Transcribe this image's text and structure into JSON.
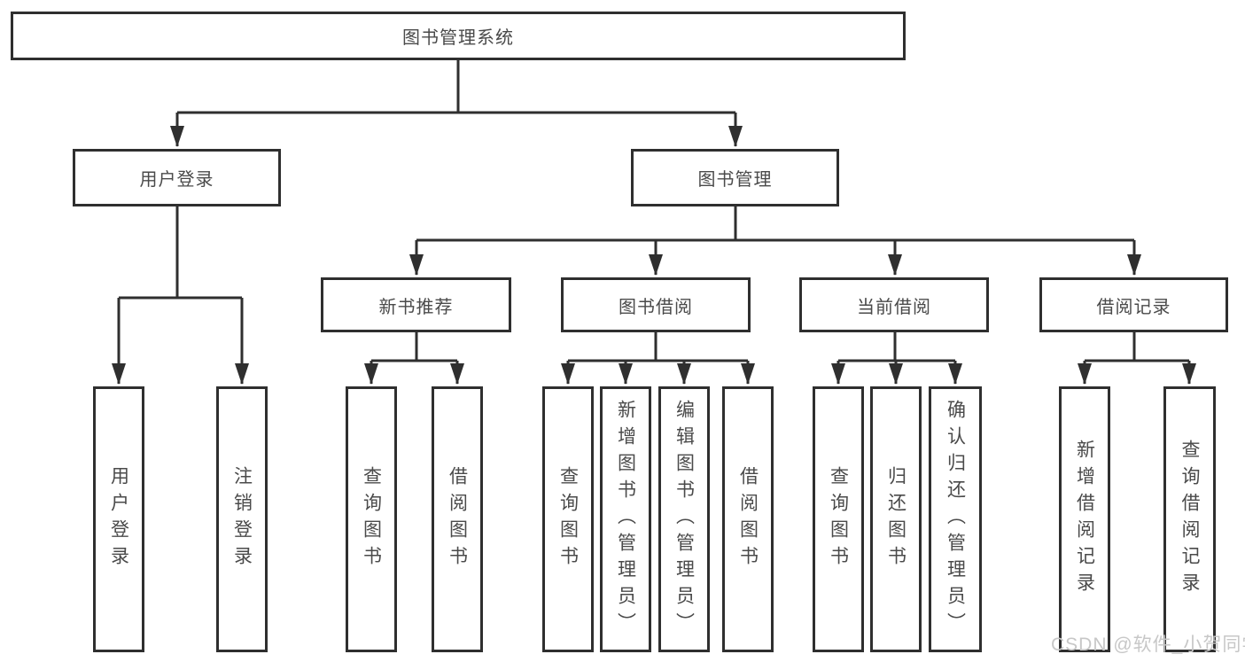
{
  "diagram": {
    "root": {
      "label": "图书管理系统",
      "children": [
        {
          "label": "用户登录",
          "children": [
            {
              "label": "用户登录"
            },
            {
              "label": "注销登录"
            }
          ]
        },
        {
          "label": "图书管理",
          "children": [
            {
              "label": "新书推荐",
              "children": [
                {
                  "label": "查询图书"
                },
                {
                  "label": "借阅图书"
                }
              ]
            },
            {
              "label": "图书借阅",
              "children": [
                {
                  "label": "查询图书"
                },
                {
                  "label": "新增图书（管理员）"
                },
                {
                  "label": "编辑图书（管理员）"
                },
                {
                  "label": "借阅图书"
                }
              ]
            },
            {
              "label": "当前借阅",
              "children": [
                {
                  "label": "查询图书"
                },
                {
                  "label": "归还图书"
                },
                {
                  "label": "确认归还（管理员）"
                }
              ]
            },
            {
              "label": "借阅记录",
              "children": [
                {
                  "label": "新增借阅记录"
                },
                {
                  "label": "查询借阅记录"
                }
              ]
            }
          ]
        }
      ]
    }
  },
  "watermark": "CSDN @软件_小贺同学",
  "colors": {
    "line": "#2f2f2f",
    "box_border": "#2f2f2f",
    "box_bg": "#ffffff",
    "text": "#4a4a4a",
    "watermark": "#c7c7c7",
    "background": "#ffffff"
  }
}
